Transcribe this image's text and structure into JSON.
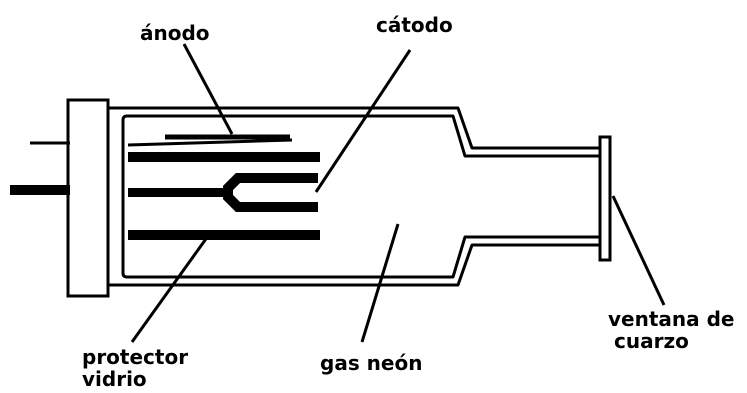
{
  "labels": {
    "anode": "ánodo",
    "cathode": "cátodo",
    "glass_shield_line1": "protector",
    "glass_shield_line2": "vidrio",
    "neon_gas": "gas neón",
    "quartz_window_line1": "ventana de",
    "quartz_window_line2": "cuarzo"
  },
  "colors": {
    "ink": "#000000",
    "background": "#ffffff"
  }
}
